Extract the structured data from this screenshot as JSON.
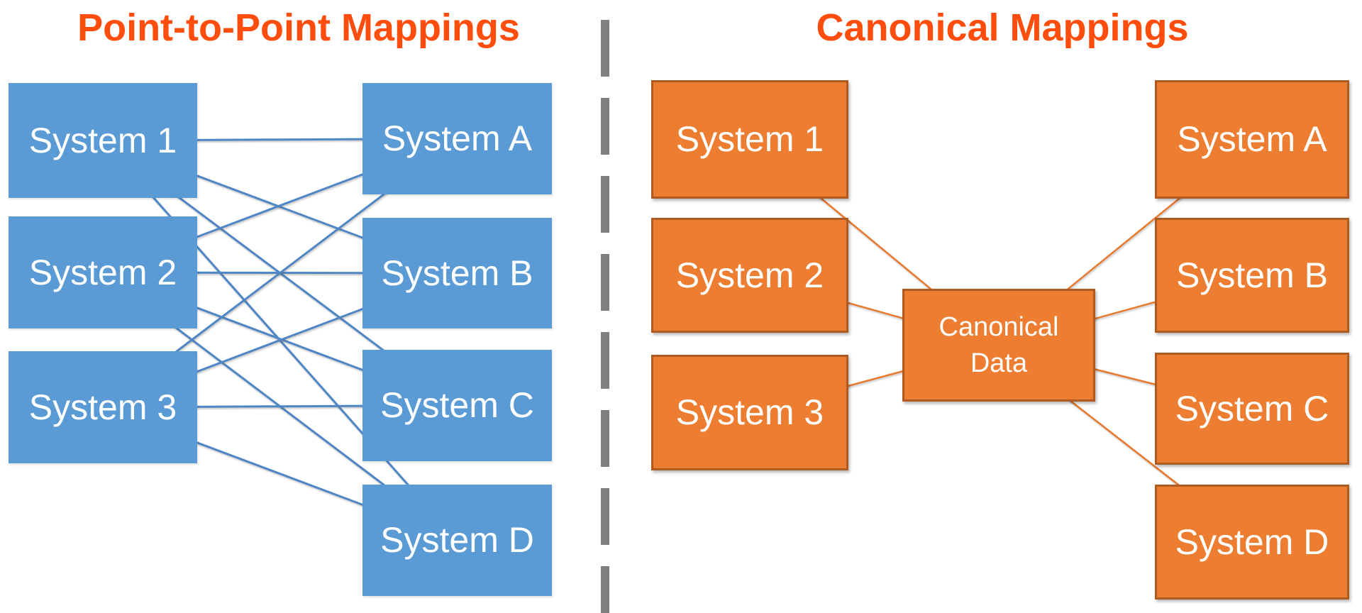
{
  "colors": {
    "background": "#FFFFFF",
    "title": "#FF4D0D",
    "blue_box_fill": "#5B9BD5",
    "blue_line": "#4E86C6",
    "orange_box_fill": "#ED7D31",
    "orange_box_border": "#AE5A21",
    "orange_line": "#E8782C",
    "divider": "#7F7F7F",
    "box_text": "#FFFFFF"
  },
  "point_to_point": {
    "title": "Point-to-Point Mappings",
    "sources": [
      "System 1",
      "System 2",
      "System 3"
    ],
    "targets": [
      "System A",
      "System B",
      "System C",
      "System D"
    ],
    "links": {
      "type": "complete-bipartite",
      "count": 12
    }
  },
  "canonical": {
    "title": "Canonical Mappings",
    "sources": [
      "System 1",
      "System 2",
      "System 3"
    ],
    "hub": {
      "line1": "Canonical",
      "line2": "Data"
    },
    "targets": [
      "System A",
      "System B",
      "System C",
      "System D"
    ],
    "links": {
      "type": "hub-and-spoke",
      "count": 7
    }
  }
}
